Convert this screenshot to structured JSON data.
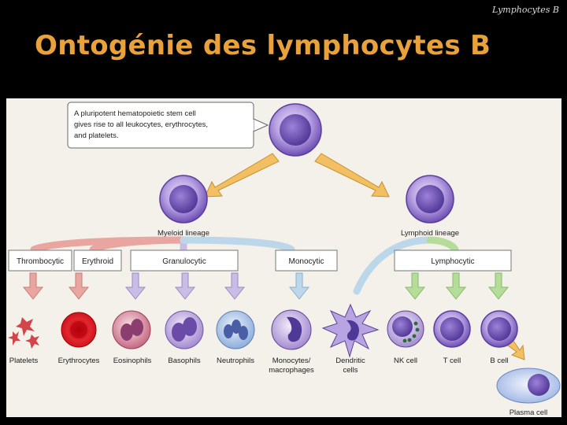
{
  "header": {
    "tag": "Lymphocytes B"
  },
  "slide": {
    "title": "Ontogénie des lymphocytes B"
  },
  "callout": {
    "lines": [
      "A pluripotent hematopoietic stem cell",
      "gives rise to all leukocytes, erythrocytes,",
      "and platelets."
    ]
  },
  "lineages": {
    "myeloid": "Myeloid lineage",
    "lymphoid": "Lymphoid lineage"
  },
  "branches": {
    "thrombocytic": "Thrombocytic",
    "erythroid": "Erythroid",
    "granulocytic": "Granulocytic",
    "monocytic": "Monocytic",
    "lymphocytic": "Lymphocytic"
  },
  "cells": {
    "platelets": "Platelets",
    "erythrocytes": "Erythrocytes",
    "eosinophils": "Eosinophils",
    "basophils": "Basophils",
    "neutrophils": "Neutrophils",
    "monocytes_1": "Monocytes/",
    "monocytes_2": "macrophages",
    "dendritic_1": "Dendritic",
    "dendritic_2": "cells",
    "nk": "NK cell",
    "t": "T cell",
    "b": "B cell",
    "plasma": "Plasma cell"
  },
  "colors": {
    "title": "#e9a23b",
    "arrow_orange": "#f2c062",
    "arrow_red": "#e9a6a1",
    "arrow_purple": "#c9bde6",
    "arrow_blue": "#bcd6ea",
    "arrow_green": "#b6dc9a",
    "cell_purple": "#8f74c9"
  }
}
